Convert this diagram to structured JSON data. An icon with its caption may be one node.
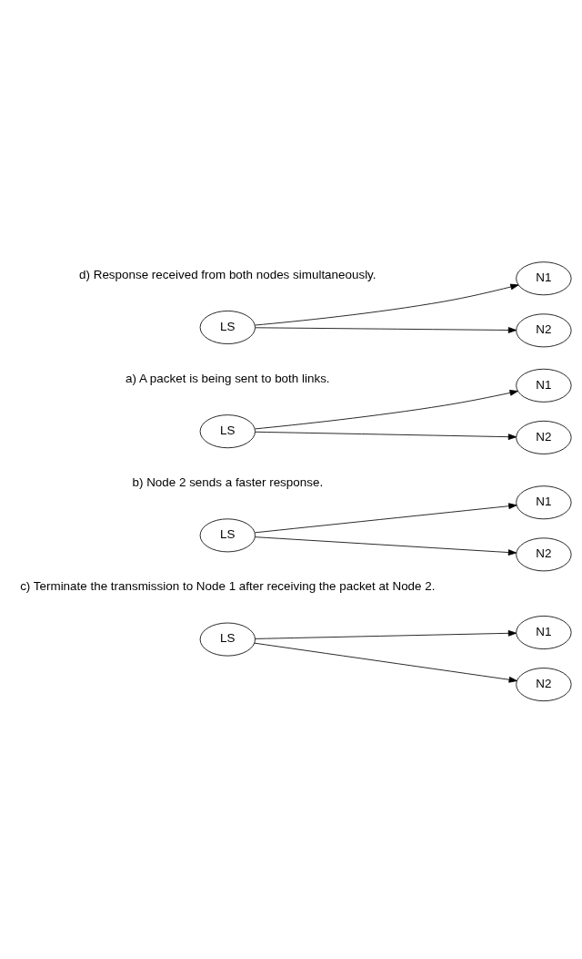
{
  "diagram": {
    "nodes": [
      {
        "text": [
          "N1"
        ]
      },
      {
        "text": [
          "LS"
        ]
      },
      {
        "text": [
          "N2"
        ]
      },
      {
        "text": [
          "N1"
        ]
      },
      {
        "text": [
          "LS"
        ]
      },
      {
        "text": [
          "N2"
        ]
      },
      {
        "text": [
          "N1"
        ]
      },
      {
        "text": [
          "LS"
        ]
      },
      {
        "text": [
          "N2"
        ]
      },
      {
        "text": [
          "N1"
        ]
      },
      {
        "text": [
          "LS"
        ]
      },
      {
        "text": [
          "N2"
        ]
      }
    ],
    "edges": [
      {
        "from": 1,
        "to": 0,
        "arrow": "to"
      },
      {
        "from": 1,
        "to": 2,
        "arrow": "to"
      },
      {
        "from": 4,
        "to": 3,
        "arrow": "to"
      },
      {
        "from": 4,
        "to": 5,
        "arrow": "to"
      },
      {
        "from": 7,
        "to": 6,
        "arrow": "to"
      },
      {
        "from": 7,
        "to": 8,
        "arrow": "to"
      },
      {
        "from": 10,
        "to": 9,
        "arrow": "to"
      },
      {
        "from": 10,
        "to": 11,
        "arrow": "to"
      }
    ],
    "labels": [
      "a) A packet is being sent to both links.",
      "b) Node 2 sends a faster response.",
      "c) Terminate the transmission to Node 1 after receiving the packet at Node 2.",
      "d) Response received from both nodes simultaneously."
    ]
  }
}
